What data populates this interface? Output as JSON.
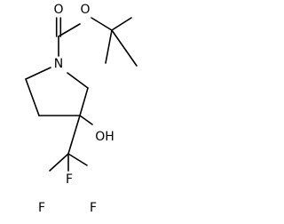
{
  "molecule": {
    "atoms": {
      "carbonyl_oxygen": "O",
      "ester_oxygen": "O",
      "ring_nitrogen": "N",
      "hydroxyl": "OH",
      "fluorine_top": "F",
      "fluorine_left": "F",
      "fluorine_right": "F"
    }
  }
}
